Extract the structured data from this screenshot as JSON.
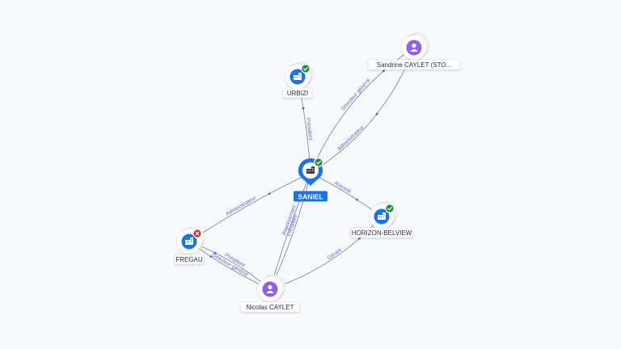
{
  "colors": {
    "company": "#1a73e8",
    "person": "#8a63e8",
    "active": "#1e8e3e",
    "inactive": "#d93025",
    "edge": "#7a7f8c",
    "edge_label": "#6b5bd6"
  },
  "nodes": [
    {
      "id": "saniel",
      "label": "SANIEL",
      "type": "company",
      "status": "active",
      "focus": true,
      "icon": "building-icon"
    },
    {
      "id": "urbizi",
      "label": "URBIZI",
      "type": "company",
      "status": "active",
      "focus": false,
      "icon": "building-icon"
    },
    {
      "id": "sandrine",
      "label": "Sandrine CAYLET (STO...",
      "type": "person",
      "status": null,
      "focus": false,
      "icon": "person-icon"
    },
    {
      "id": "horizon",
      "label": "HORIZON-BELVIEW",
      "type": "company",
      "status": "active",
      "focus": false,
      "icon": "building-icon"
    },
    {
      "id": "fregau",
      "label": "FREGAU",
      "type": "company",
      "status": "inactive",
      "focus": false,
      "icon": "building-icon"
    },
    {
      "id": "nicolas",
      "label": "Nicolas CAYLET",
      "type": "person",
      "status": null,
      "focus": false,
      "icon": "person-icon"
    }
  ],
  "edges": [
    {
      "id": "e1",
      "from": "saniel",
      "to": "urbizi",
      "label": "Président"
    },
    {
      "id": "e2",
      "from": "saniel",
      "to": "sandrine",
      "label": "Administrateur"
    },
    {
      "id": "e3",
      "from": "saniel",
      "to": "sandrine",
      "label": "Directeur général"
    },
    {
      "id": "e4",
      "from": "saniel",
      "to": "horizon",
      "label": "Associé"
    },
    {
      "id": "e5",
      "from": "fregau",
      "to": "saniel",
      "label": "Administrateur"
    },
    {
      "id": "e6",
      "from": "nicolas",
      "to": "saniel",
      "label": "Président"
    },
    {
      "id": "e7",
      "from": "nicolas",
      "to": "saniel",
      "label": "Représentant"
    },
    {
      "id": "e8",
      "from": "nicolas",
      "to": "horizon",
      "label": "Gérant"
    },
    {
      "id": "e9",
      "from": "nicolas",
      "to": "fregau",
      "label": "Président"
    },
    {
      "id": "e10",
      "from": "nicolas",
      "to": "fregau",
      "label": "Directeur général"
    }
  ]
}
